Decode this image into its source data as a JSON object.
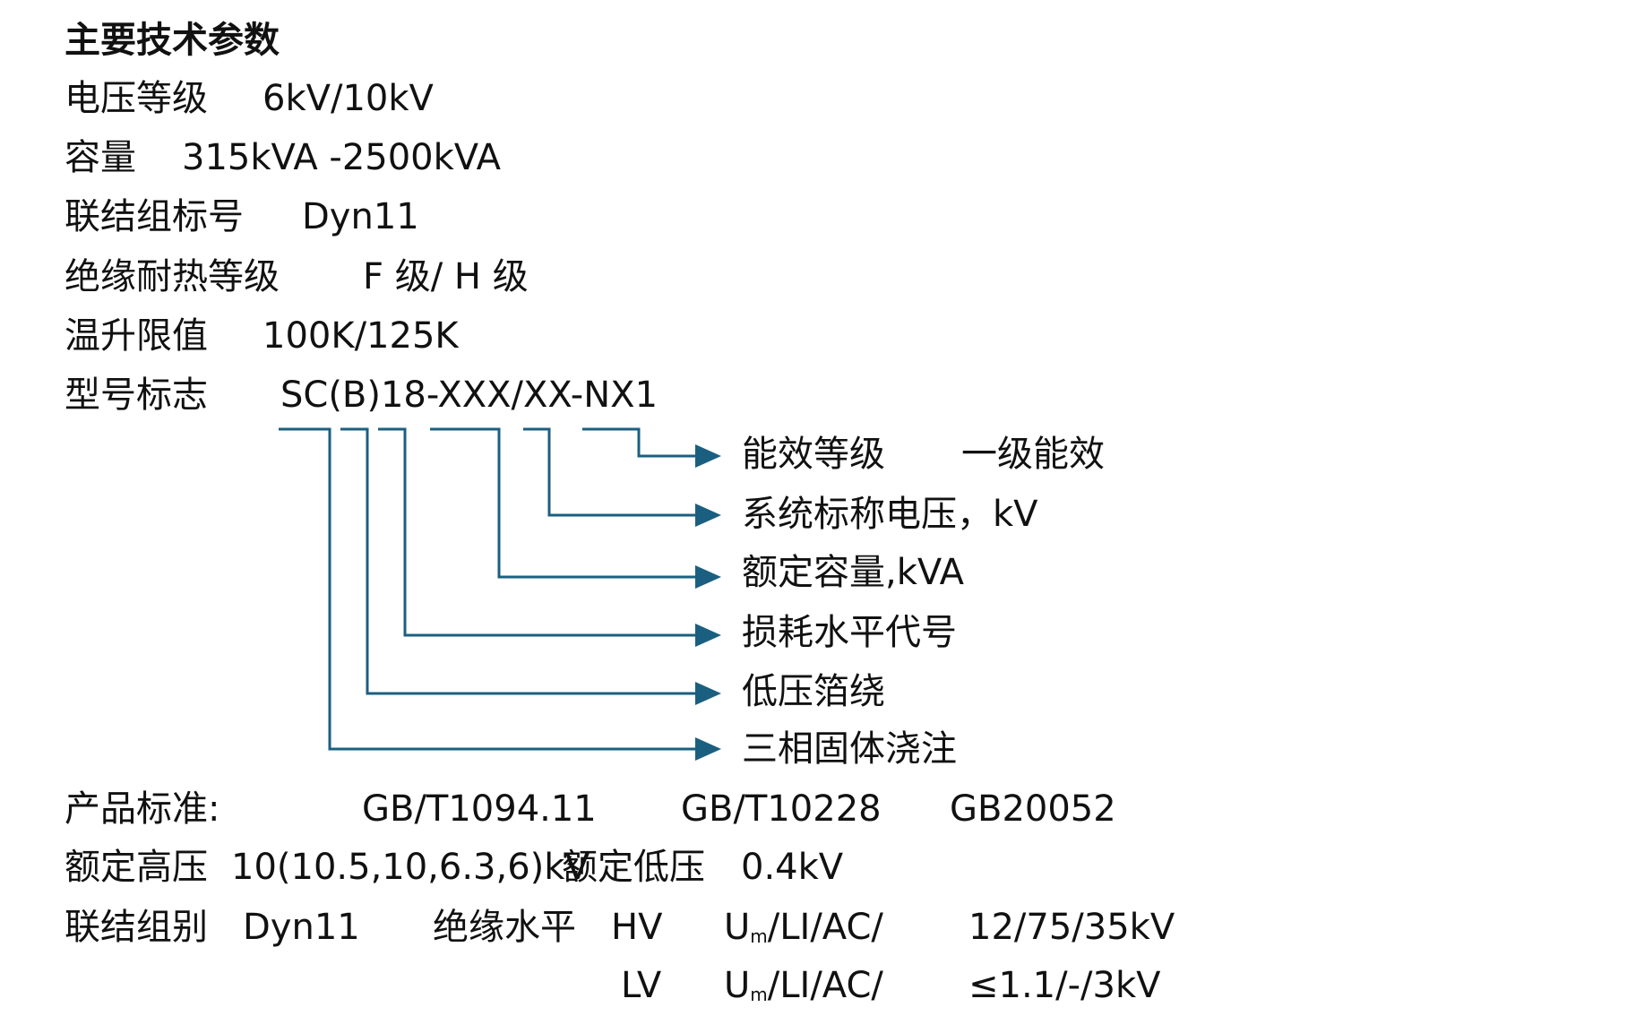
{
  "title": "主要技术参数",
  "params": [
    {
      "label": "电压等级",
      "value": "6kV/10kV"
    },
    {
      "label": "容量",
      "value": "315kVA -2500kVA"
    },
    {
      "label": "联结组标号",
      "value": "Dyn11"
    },
    {
      "label": "绝缘耐热等级",
      "value": "F 级/ H 级"
    },
    {
      "label": "温升限值",
      "value": "100K/125K"
    },
    {
      "label": "型号标志",
      "value": "SC(B)18-XXX/XX-NX1"
    }
  ],
  "model_legend": [
    {
      "label": "能效等级",
      "value": "一级能效"
    },
    {
      "label": "系统标称电压，kV"
    },
    {
      "label": "额定容量,kVA"
    },
    {
      "label": "损耗水平代号"
    },
    {
      "label": "低压箔绕"
    },
    {
      "label": "三相固体浇注"
    }
  ],
  "line_color": "#1b5f80",
  "standards": {
    "label": "产品标准:",
    "items": [
      "GB/T1094.11",
      "GB/T10228",
      "GB20052"
    ]
  },
  "rated": {
    "hv_label": "额定高压",
    "hv_value": "10(10.5,10,6.3,6)kV",
    "lv_label": "额定低压",
    "lv_value": "0.4kV"
  },
  "connection": {
    "label": "联结组别",
    "value": "Dyn11"
  },
  "insulation": {
    "label": "绝缘水平",
    "rows": [
      {
        "side": "HV",
        "u": "U",
        "u_sub": "m",
        "spec": "/LI/AC/",
        "value": "12/75/35kV"
      },
      {
        "side": "LV",
        "u": "U",
        "u_sub": "m",
        "spec": "/LI/AC/",
        "value": "≤1.1/-/3kV"
      }
    ]
  }
}
